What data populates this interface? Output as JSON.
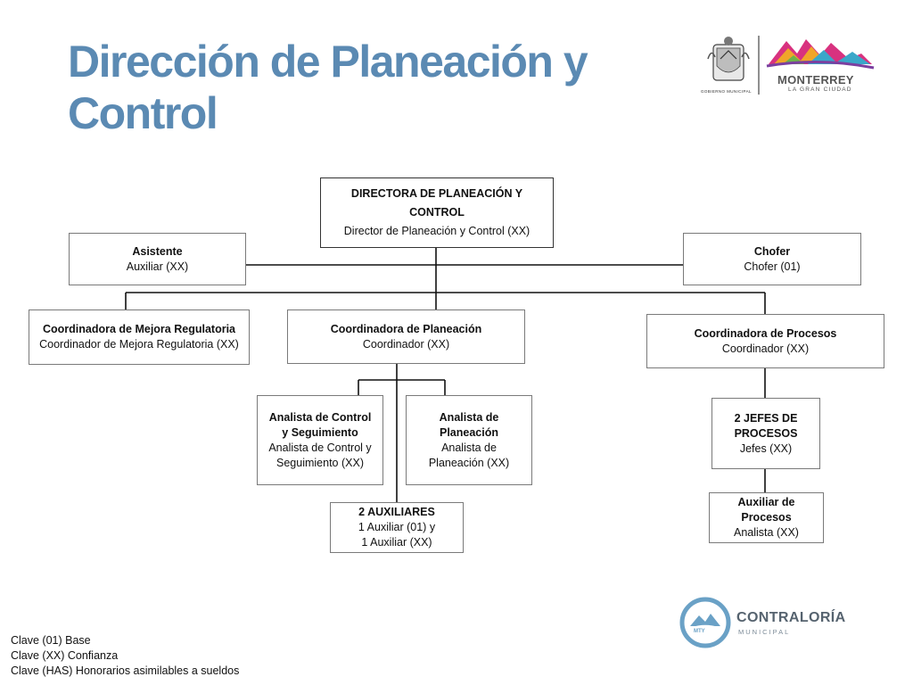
{
  "page": {
    "title": "Dirección de Planeación y Control"
  },
  "chart": {
    "director": {
      "title": "DIRECTORA DE PLANEACIÓN Y CONTROL",
      "subtitle": "Director de Planeación y Control (XX)"
    },
    "asistente": {
      "title": "Asistente",
      "subtitle": "Auxiliar (XX)"
    },
    "chofer": {
      "title": "Chofer",
      "subtitle": "Chofer (01)"
    },
    "mejora": {
      "title": "Coordinadora de Mejora Regulatoria",
      "subtitle": "Coordinador de Mejora Regulatoria (XX)"
    },
    "planeacion": {
      "title": "Coordinadora de Planeación",
      "subtitle": "Coordinador (XX)"
    },
    "procesos": {
      "title": "Coordinadora de Procesos",
      "subtitle": "Coordinador (XX)"
    },
    "analista_control": {
      "title": "Analista de Control y Seguimiento",
      "subtitle": "Analista de Control y Seguimiento (XX)"
    },
    "analista_planeacion": {
      "title": "Analista de Planeación",
      "subtitle": "Analista de Planeación (XX)"
    },
    "auxiliares": {
      "title": "2 AUXILIARES",
      "line1": "1 Auxiliar (01) y",
      "line2": "1 Auxiliar (XX)"
    },
    "jefes": {
      "title": "2 JEFES DE PROCESOS",
      "subtitle": "Jefes (XX)"
    },
    "aux_procesos": {
      "title": "Auxiliar de Procesos",
      "subtitle": "Analista (XX)"
    }
  },
  "legend": {
    "items": [
      "Clave (01) Base",
      "Clave (XX) Confianza",
      "Clave (HAS) Honorarios asimilables a sueldos"
    ]
  },
  "logos": {
    "gobierno_text": "GOBIERNO MUNICIPAL",
    "monterrey_text": "MONTERREY",
    "monterrey_sub": "LA GRAN CIUDAD",
    "contraloria_text": "CONTRALORÍA",
    "contraloria_sub": "MUNICIPAL",
    "mty_text": "MTY"
  },
  "colors": {
    "title": "#5b8ab3",
    "line": "#111111",
    "box_border": "#7a7a7a"
  }
}
